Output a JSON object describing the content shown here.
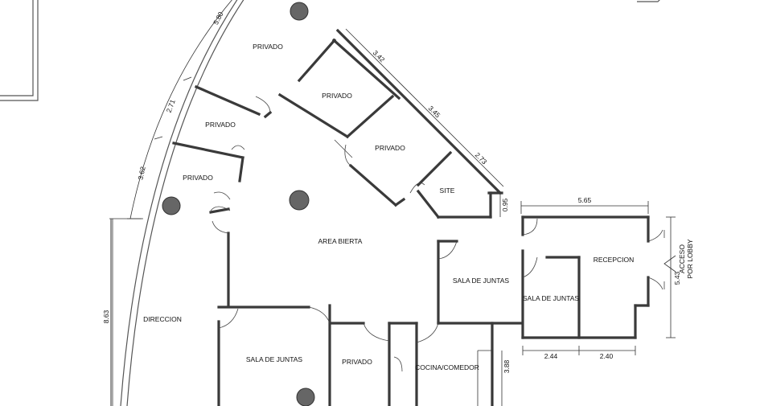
{
  "rooms": {
    "privado_1": "PRIVADO",
    "privado_2": "PRIVADO",
    "privado_3": "PRIVADO",
    "privado_4": "PRIVADO",
    "privado_5": "PRIVADO",
    "privado_6": "PRIVADO",
    "site": "SITE",
    "area_abierta": "AREA BIERTA",
    "sala_juntas_1": "SALA  DE JUNTAS",
    "sala_juntas_2": "SALA  DE JUNTAS",
    "sala_juntas_3": "SALA  DE JUNTAS",
    "recepcion": "RECEPCION",
    "direccion": "DIRECCION",
    "cocina": "COCINA/COMEDOR"
  },
  "access": {
    "line1": "ACCESO",
    "line2": "POR LOBBY"
  },
  "dimensions": {
    "d_580": "5.80",
    "d_271": "2.71",
    "d_362": "3.62",
    "d_863": "8.63",
    "d_342": "3.42",
    "d_345": "3.45",
    "d_273": "2.73",
    "d_095": "0.95",
    "d_565": "5.65",
    "d_543": "5.43",
    "d_244": "2.44",
    "d_240": "2.40",
    "d_388": "3.88"
  }
}
